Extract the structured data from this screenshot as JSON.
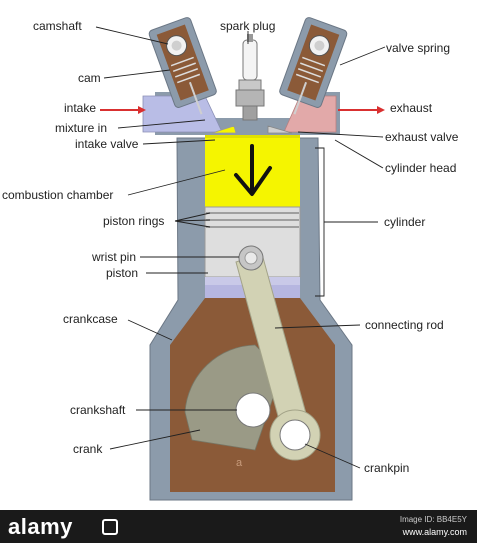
{
  "labels": {
    "camshaft": "camshaft",
    "spark_plug": "spark plug",
    "valve_spring": "valve spring",
    "cam": "cam",
    "intake": "intake",
    "exhaust": "exhaust",
    "mixture_in": "mixture in",
    "exhaust_valve": "exhaust valve",
    "intake_valve": "intake valve",
    "cylinder_head": "cylinder head",
    "combustion_chamber": "combustion chamber",
    "piston_rings": "piston rings",
    "cylinder": "cylinder",
    "wrist_pin": "wrist pin",
    "piston": "piston",
    "crankcase": "crankcase",
    "connecting_rod": "connecting rod",
    "crankshaft": "crankshaft",
    "crank": "crank",
    "crankpin": "crankpin"
  },
  "watermark": {
    "brand": "alamy",
    "image_id": "Image ID: BB4E5Y",
    "site": "www.alamy.com"
  },
  "colors": {
    "housing": "#8c9bab",
    "crankcase_fill": "#8b5a38",
    "combustion": "#f5f500",
    "piston": "#dedede",
    "rod": "#d2d2b4",
    "intake_air": "#b9bde6",
    "exhaust_air": "#e2a9a9",
    "arrow": "#d93030"
  }
}
